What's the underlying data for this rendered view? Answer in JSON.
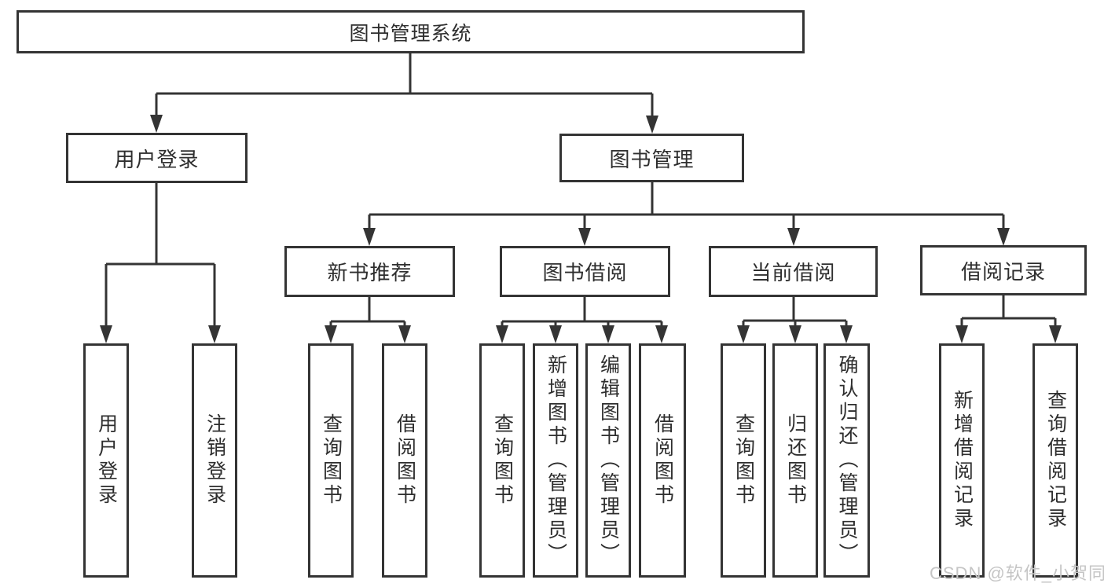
{
  "diagram": {
    "root": {
      "label": "图书管理系统"
    },
    "branches": [
      {
        "label": "用户登录",
        "children": [
          {
            "label": "用户登录"
          },
          {
            "label": "注销登录"
          }
        ]
      },
      {
        "label": "图书管理",
        "children": [
          {
            "label": "新书推荐",
            "children": [
              {
                "label": "查询图书"
              },
              {
                "label": "借阅图书"
              }
            ]
          },
          {
            "label": "图书借阅",
            "children": [
              {
                "label": "查询图书"
              },
              {
                "label": "新增图书（管理员）"
              },
              {
                "label": "编辑图书（管理员）"
              },
              {
                "label": "借阅图书"
              }
            ]
          },
          {
            "label": "当前借阅",
            "children": [
              {
                "label": "查询图书"
              },
              {
                "label": "归还图书"
              },
              {
                "label": "确认归还（管理员）"
              }
            ]
          },
          {
            "label": "借阅记录",
            "children": [
              {
                "label": "新增借阅记录"
              },
              {
                "label": "查询借阅记录"
              }
            ]
          }
        ]
      }
    ]
  },
  "watermark": {
    "text": "CSDN @软件_小贺同学"
  },
  "colors": {
    "line": "#343434",
    "text": "#2e2e2e",
    "watermark": "#c5c5c5",
    "background": "#ffffff"
  }
}
